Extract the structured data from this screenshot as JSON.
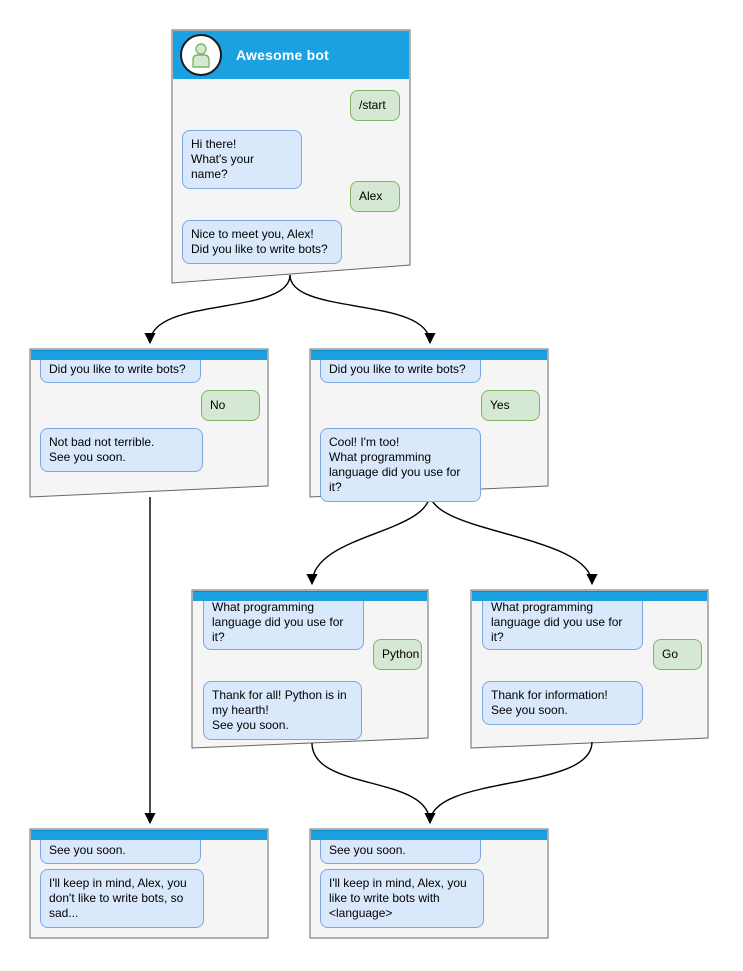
{
  "colors": {
    "canvas_bg": "#ffffff",
    "header_blue": "#1BA1E2",
    "header_border": "#0E87C5",
    "box_fill": "#F5F5F5",
    "box_border": "#666666",
    "bubble_blue_fill": "#DAE8FC",
    "bubble_blue_border": "#7EA6E0",
    "bubble_green_fill": "#D5E8D4",
    "bubble_green_border": "#82B366",
    "arrow_color": "#000000",
    "title_text": "#FFFFFF"
  },
  "nodes": [
    {
      "id": "root",
      "title": "Awesome bot",
      "avatar_icon": "person-icon",
      "messages": [
        {
          "from": "user",
          "text": "/start"
        },
        {
          "from": "bot",
          "text": "Hi there!\nWhat's your name?"
        },
        {
          "from": "user",
          "text": "Alex"
        },
        {
          "from": "bot",
          "text": "Nice to meet you, Alex!\nDid you like to write bots?"
        }
      ]
    },
    {
      "id": "branch-no",
      "messages": [
        {
          "from": "bot",
          "text": "Did you like to write bots?"
        },
        {
          "from": "user",
          "text": "No"
        },
        {
          "from": "bot",
          "text": "Not bad not terrible.\nSee you soon."
        }
      ]
    },
    {
      "id": "branch-yes",
      "messages": [
        {
          "from": "bot",
          "text": "Did you like to write bots?"
        },
        {
          "from": "user",
          "text": "Yes"
        },
        {
          "from": "bot",
          "text": "Cool! I'm too!\nWhat programming\nlanguage did you use for it?"
        }
      ]
    },
    {
      "id": "branch-python",
      "messages": [
        {
          "from": "bot",
          "text": "What programming\nlanguage did you use for it?"
        },
        {
          "from": "user",
          "text": "Python"
        },
        {
          "from": "bot",
          "text": "Thank for all! Python is in\nmy hearth!\nSee you soon."
        }
      ]
    },
    {
      "id": "branch-go",
      "messages": [
        {
          "from": "bot",
          "text": "What programming\nlanguage did you use for it?"
        },
        {
          "from": "user",
          "text": "Go"
        },
        {
          "from": "bot",
          "text": "Thank for information!\nSee you soon."
        }
      ]
    },
    {
      "id": "end-no",
      "messages": [
        {
          "from": "bot",
          "text": "See you soon."
        },
        {
          "from": "bot",
          "text": "I'll keep in mind, Alex, you\ndon't like to write bots, so\nsad..."
        }
      ]
    },
    {
      "id": "end-language",
      "messages": [
        {
          "from": "bot",
          "text": "See you soon."
        },
        {
          "from": "bot",
          "text": "I'll keep in mind, Alex, you\nlike to write bots with\n<language>"
        }
      ]
    }
  ],
  "edges": [
    {
      "from": "root",
      "to": "branch-no"
    },
    {
      "from": "root",
      "to": "branch-yes"
    },
    {
      "from": "branch-no",
      "to": "end-no"
    },
    {
      "from": "branch-yes",
      "to": "branch-python"
    },
    {
      "from": "branch-yes",
      "to": "branch-go"
    },
    {
      "from": "branch-python",
      "to": "end-language"
    },
    {
      "from": "branch-go",
      "to": "end-language"
    }
  ]
}
